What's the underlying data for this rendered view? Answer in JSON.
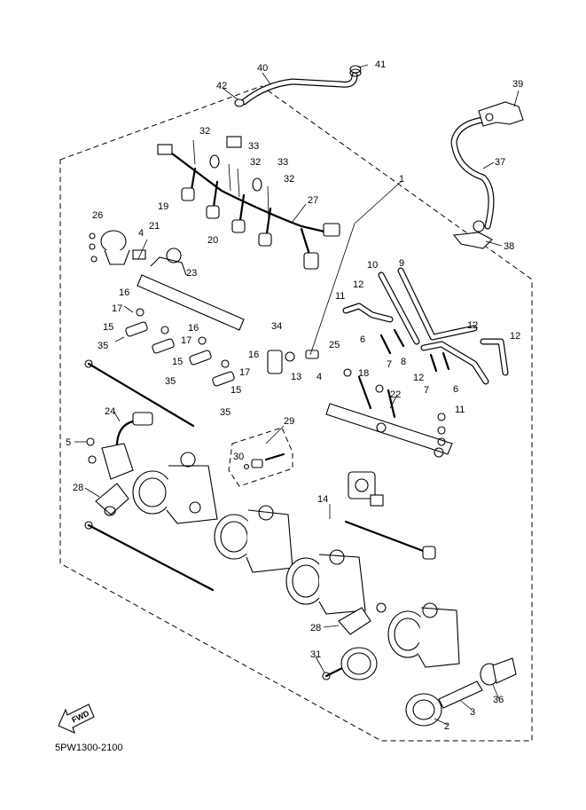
{
  "diagram_code": "5PW1300-2100",
  "fwd_icon_text": "FWD",
  "callouts": [
    {
      "id": "c41",
      "text": "41"
    },
    {
      "id": "c40",
      "text": "40"
    },
    {
      "id": "c42",
      "text": "42"
    },
    {
      "id": "c39",
      "text": "39"
    },
    {
      "id": "c37",
      "text": "37"
    },
    {
      "id": "c38",
      "text": "38"
    },
    {
      "id": "c32a",
      "text": "32"
    },
    {
      "id": "c33a",
      "text": "33"
    },
    {
      "id": "c32b",
      "text": "32"
    },
    {
      "id": "c33b",
      "text": "33"
    },
    {
      "id": "c32c",
      "text": "32"
    },
    {
      "id": "c1",
      "text": "1"
    },
    {
      "id": "c27",
      "text": "27"
    },
    {
      "id": "c26",
      "text": "26"
    },
    {
      "id": "c19",
      "text": "19"
    },
    {
      "id": "c21",
      "text": "21"
    },
    {
      "id": "c20",
      "text": "20"
    },
    {
      "id": "c4a",
      "text": "4"
    },
    {
      "id": "c23",
      "text": "23"
    },
    {
      "id": "c10",
      "text": "10"
    },
    {
      "id": "c9",
      "text": "9"
    },
    {
      "id": "c11a",
      "text": "11"
    },
    {
      "id": "c12a",
      "text": "12"
    },
    {
      "id": "c16a",
      "text": "16"
    },
    {
      "id": "c17a",
      "text": "17"
    },
    {
      "id": "c16b",
      "text": "16"
    },
    {
      "id": "c15a",
      "text": "15"
    },
    {
      "id": "c17b",
      "text": "17"
    },
    {
      "id": "c35a",
      "text": "35"
    },
    {
      "id": "c15b",
      "text": "15"
    },
    {
      "id": "c34",
      "text": "34"
    },
    {
      "id": "c16c",
      "text": "16"
    },
    {
      "id": "c17c",
      "text": "17"
    },
    {
      "id": "c15c",
      "text": "15"
    },
    {
      "id": "c35b",
      "text": "35"
    },
    {
      "id": "c35c",
      "text": "35"
    },
    {
      "id": "c13",
      "text": "13"
    },
    {
      "id": "c4b",
      "text": "4"
    },
    {
      "id": "c25",
      "text": "25"
    },
    {
      "id": "c6a",
      "text": "6"
    },
    {
      "id": "c7a",
      "text": "7"
    },
    {
      "id": "c8",
      "text": "8"
    },
    {
      "id": "c12b",
      "text": "12"
    },
    {
      "id": "c12c",
      "text": "12"
    },
    {
      "id": "c18",
      "text": "18"
    },
    {
      "id": "c12d",
      "text": "12"
    },
    {
      "id": "c7b",
      "text": "7"
    },
    {
      "id": "c6b",
      "text": "6"
    },
    {
      "id": "c22",
      "text": "22"
    },
    {
      "id": "c11b",
      "text": "11"
    },
    {
      "id": "c24",
      "text": "24"
    },
    {
      "id": "c5",
      "text": "5"
    },
    {
      "id": "c29",
      "text": "29"
    },
    {
      "id": "c30",
      "text": "30"
    },
    {
      "id": "c28a",
      "text": "28"
    },
    {
      "id": "c14",
      "text": "14"
    },
    {
      "id": "c28b",
      "text": "28"
    },
    {
      "id": "c31",
      "text": "31"
    },
    {
      "id": "c36",
      "text": "36"
    },
    {
      "id": "c3",
      "text": "3"
    },
    {
      "id": "c2",
      "text": "2"
    }
  ]
}
